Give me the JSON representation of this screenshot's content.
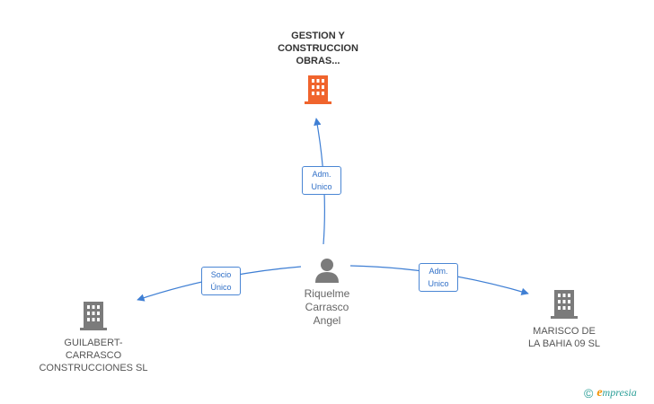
{
  "nodes": {
    "main_company": {
      "lines": [
        "GESTION Y",
        "CONSTRUCCION",
        "OBRAS..."
      ],
      "icon": "building-icon",
      "color": "#f0642d"
    },
    "person": {
      "lines": [
        "Riquelme",
        "Carrasco",
        "Angel"
      ],
      "icon": "person-icon",
      "color": "#7b7b7b"
    },
    "company_left": {
      "lines": [
        "GUILABERT-",
        "CARRASCO",
        "CONSTRUCCIONES SL"
      ],
      "icon": "building-icon",
      "color": "#7b7b7b"
    },
    "company_right": {
      "lines": [
        "MARISCO DE",
        "LA BAHIA 09 SL"
      ],
      "icon": "building-icon",
      "color": "#7b7b7b"
    }
  },
  "relations": {
    "to_main": {
      "line1": "Adm.",
      "line2": "Unico"
    },
    "to_left": {
      "line1": "Socio",
      "line2": "Único"
    },
    "to_right": {
      "line1": "Adm.",
      "line2": "Unico"
    }
  },
  "edge_color": "#3f7fd4",
  "brand": {
    "copyright_icon": "copyright-icon",
    "first_letter": "e",
    "name_rest": "mpresia"
  }
}
